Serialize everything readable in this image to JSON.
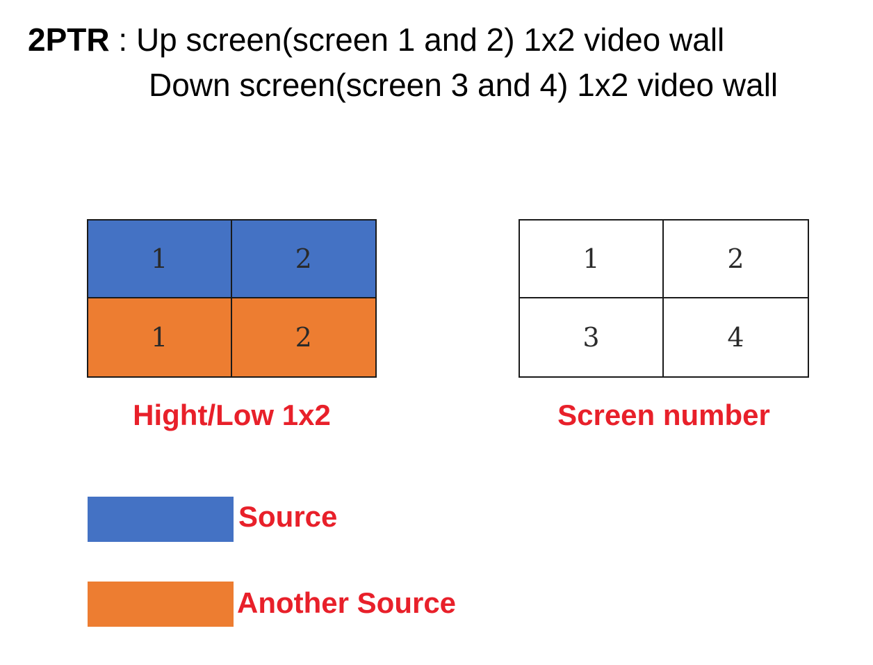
{
  "header": {
    "mode_label": "2PTR",
    "separator": " : ",
    "line1": "Up screen(screen 1 and 2) 1x2 video wall",
    "line2": "Down screen(screen 3 and 4) 1x2 video wall"
  },
  "colors": {
    "source": "#4472c4",
    "another_source": "#ed7d31",
    "caption_red": "#e8202a",
    "cell_white": "#ffffff"
  },
  "source_layout": {
    "caption": "Hight/Low 1x2",
    "cells": [
      {
        "label": "1",
        "source": "source"
      },
      {
        "label": "2",
        "source": "source"
      },
      {
        "label": "1",
        "source": "another_source"
      },
      {
        "label": "2",
        "source": "another_source"
      }
    ]
  },
  "screen_layout": {
    "caption": "Screen number",
    "cells": [
      {
        "label": "1"
      },
      {
        "label": "2"
      },
      {
        "label": "3"
      },
      {
        "label": "4"
      }
    ]
  },
  "legend": [
    {
      "label": "Source",
      "color_key": "source"
    },
    {
      "label": "Another Source",
      "color_key": "another_source"
    }
  ]
}
